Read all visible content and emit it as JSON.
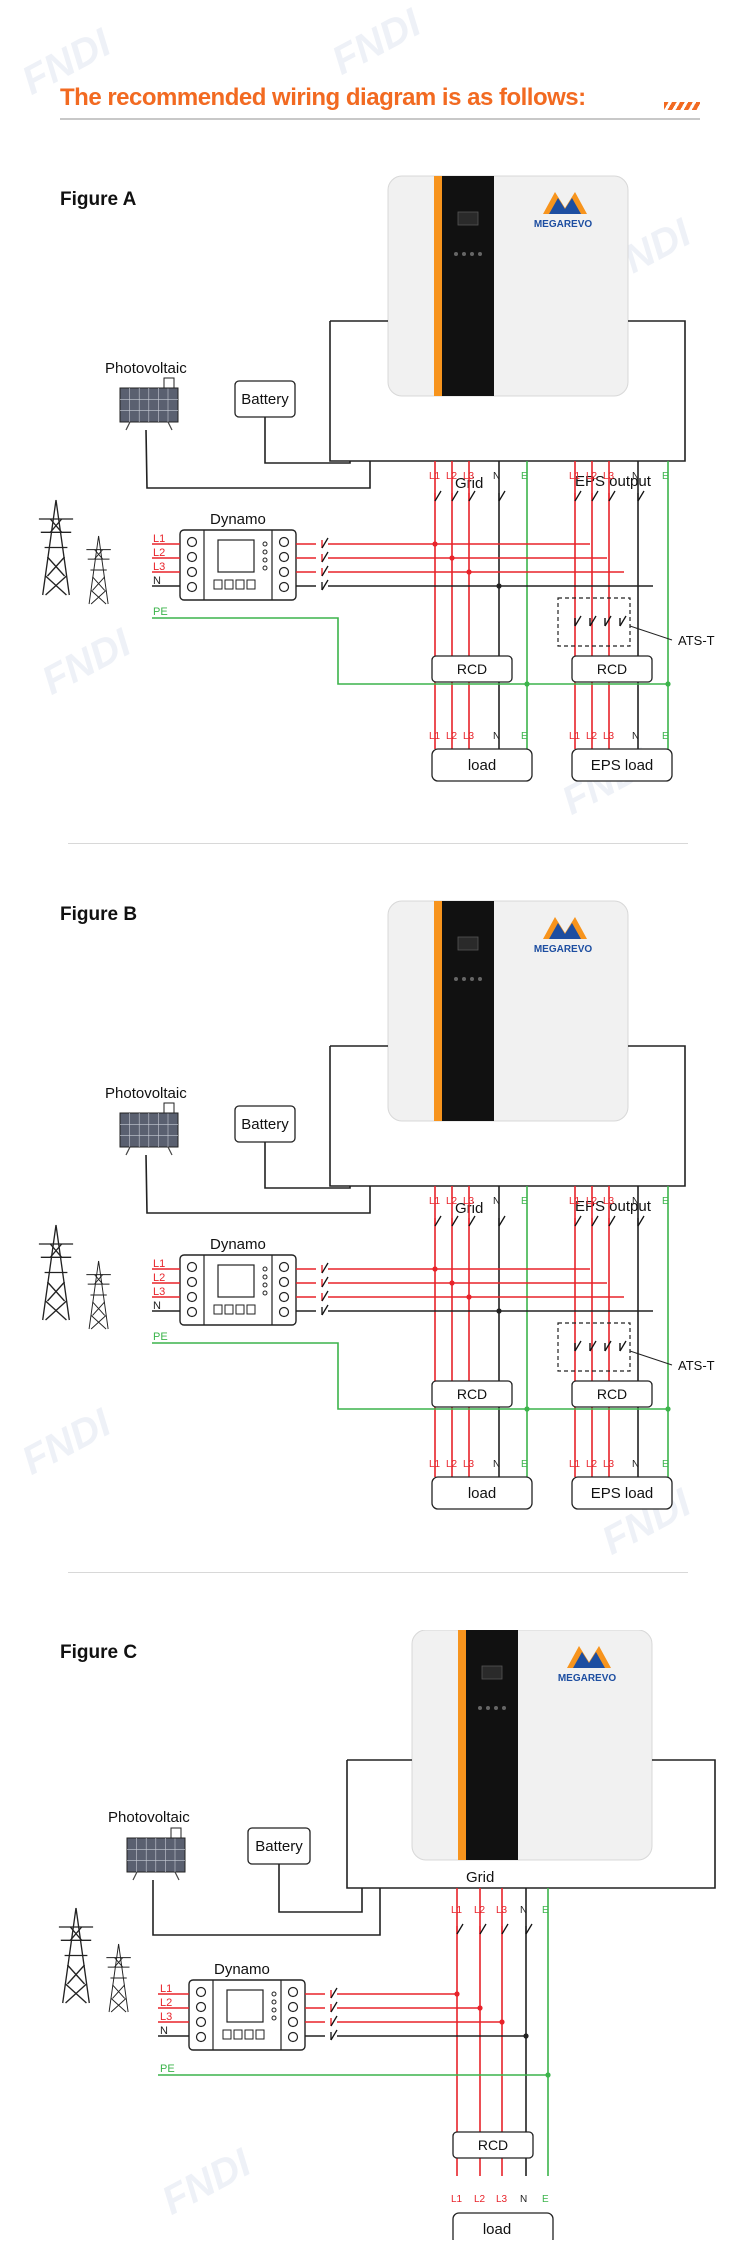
{
  "header": {
    "title": "The recommended wiring diagram is as follows:"
  },
  "watermark": {
    "text": "FNDI"
  },
  "brand": {
    "name": "MEGAREVO"
  },
  "colors": {
    "accent": "#f26a21",
    "phase_red": "#e8232a",
    "earth_green": "#3cb44b",
    "neutral": "#222222"
  },
  "labels": {
    "photovoltaic": "Photovoltaic",
    "battery": "Battery",
    "dynamo": "Dynamo",
    "grid": "Grid",
    "eps_output": "EPS output",
    "ats": "ATS-T",
    "rcd": "RCD",
    "load": "load",
    "eps_load": "EPS load",
    "l1": "L1",
    "l2": "L2",
    "l3": "L3",
    "n": "N",
    "e": "E",
    "pe": "PE"
  },
  "figures": [
    {
      "label": "Figure A"
    },
    {
      "label": "Figure B"
    },
    {
      "label": "Figure C"
    }
  ]
}
